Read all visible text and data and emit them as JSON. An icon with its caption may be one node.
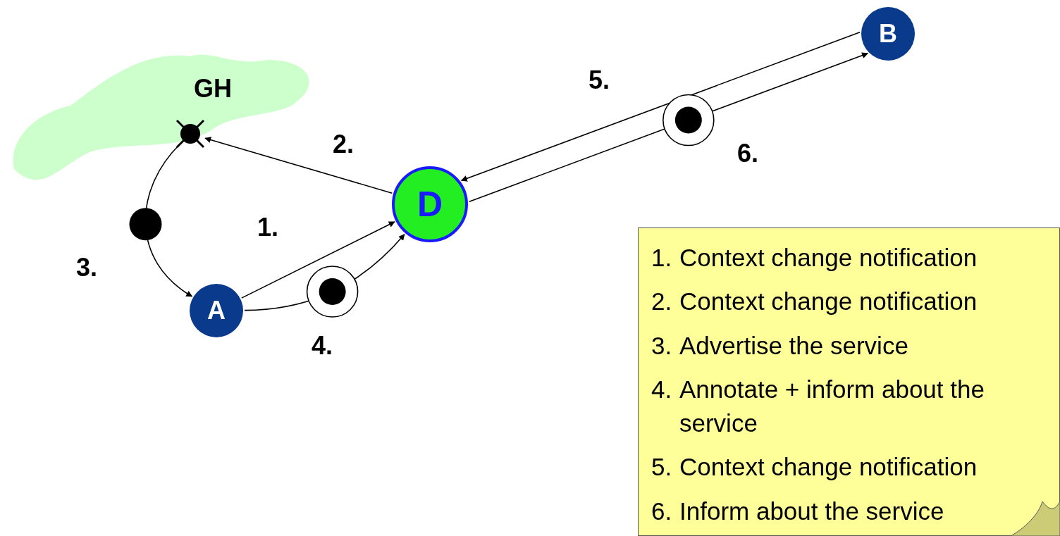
{
  "diagram": {
    "nodes": [
      {
        "text": [
          "GH"
        ]
      },
      {
        "text": [],
        "shape": "circle",
        "in": 0
      },
      {
        "text": [
          "D"
        ]
      },
      {
        "text": [
          "A"
        ]
      },
      {
        "text": [
          "B"
        ]
      },
      {
        "text": [
          "1.",
          "Context change notification",
          "2.",
          "Context change notification",
          "3.",
          "Advertise the service",
          "4.",
          "Annotate + inform about the service",
          "5.",
          "Context change notification",
          "6.",
          "Inform about the service"
        ]
      }
    ],
    "edges": [
      {
        "from": 3,
        "to": 2,
        "arrow": "to",
        "label": "1."
      },
      {
        "from": 2,
        "to": 1,
        "arrow": "to",
        "label": "2."
      },
      {
        "from": 1,
        "to": 3,
        "arrow": "to",
        "label": "3."
      },
      {
        "from": 3,
        "to": 2,
        "arrow": "to",
        "label": "4."
      },
      {
        "from": 4,
        "to": 2,
        "arrow": "to",
        "label": "5."
      },
      {
        "from": 2,
        "to": 4,
        "arrow": "to",
        "label": "6."
      }
    ]
  }
}
